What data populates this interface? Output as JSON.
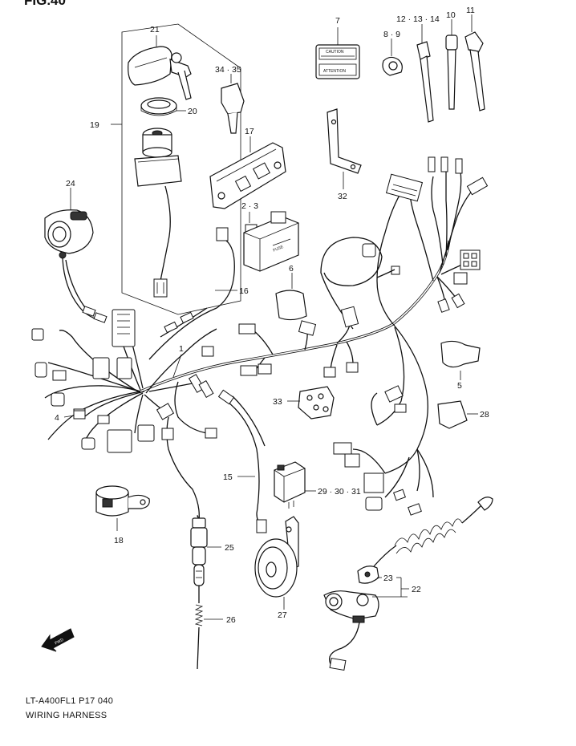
{
  "figure": {
    "title": "FIG.40"
  },
  "footer": {
    "model_code": "LT-A400FL1  P17  040",
    "caption": "WIRING HARNESS"
  },
  "fwd_marker": {
    "text": "FWD"
  },
  "decal": {
    "line1": "CAUTION",
    "line2": "ATTENTION"
  },
  "callouts": {
    "c1": "1",
    "c2_3": "2 · 3",
    "c4": "4",
    "c5": "5",
    "c6": "6",
    "c7": "7",
    "c8_9": "8 · 9",
    "c10": "10",
    "c11": "11",
    "c12_14": "12 · 13 · 14",
    "c15": "15",
    "c16": "16",
    "c17": "17",
    "c18": "18",
    "c19": "19",
    "c20": "20",
    "c21": "21",
    "c22": "22",
    "c23": "23",
    "c24": "24",
    "c25": "25",
    "c26": "26",
    "c27": "27",
    "c28": "28",
    "c29_31": "29 · 30 · 31",
    "c32": "32",
    "c33": "33",
    "c34_35": "34 · 35"
  }
}
